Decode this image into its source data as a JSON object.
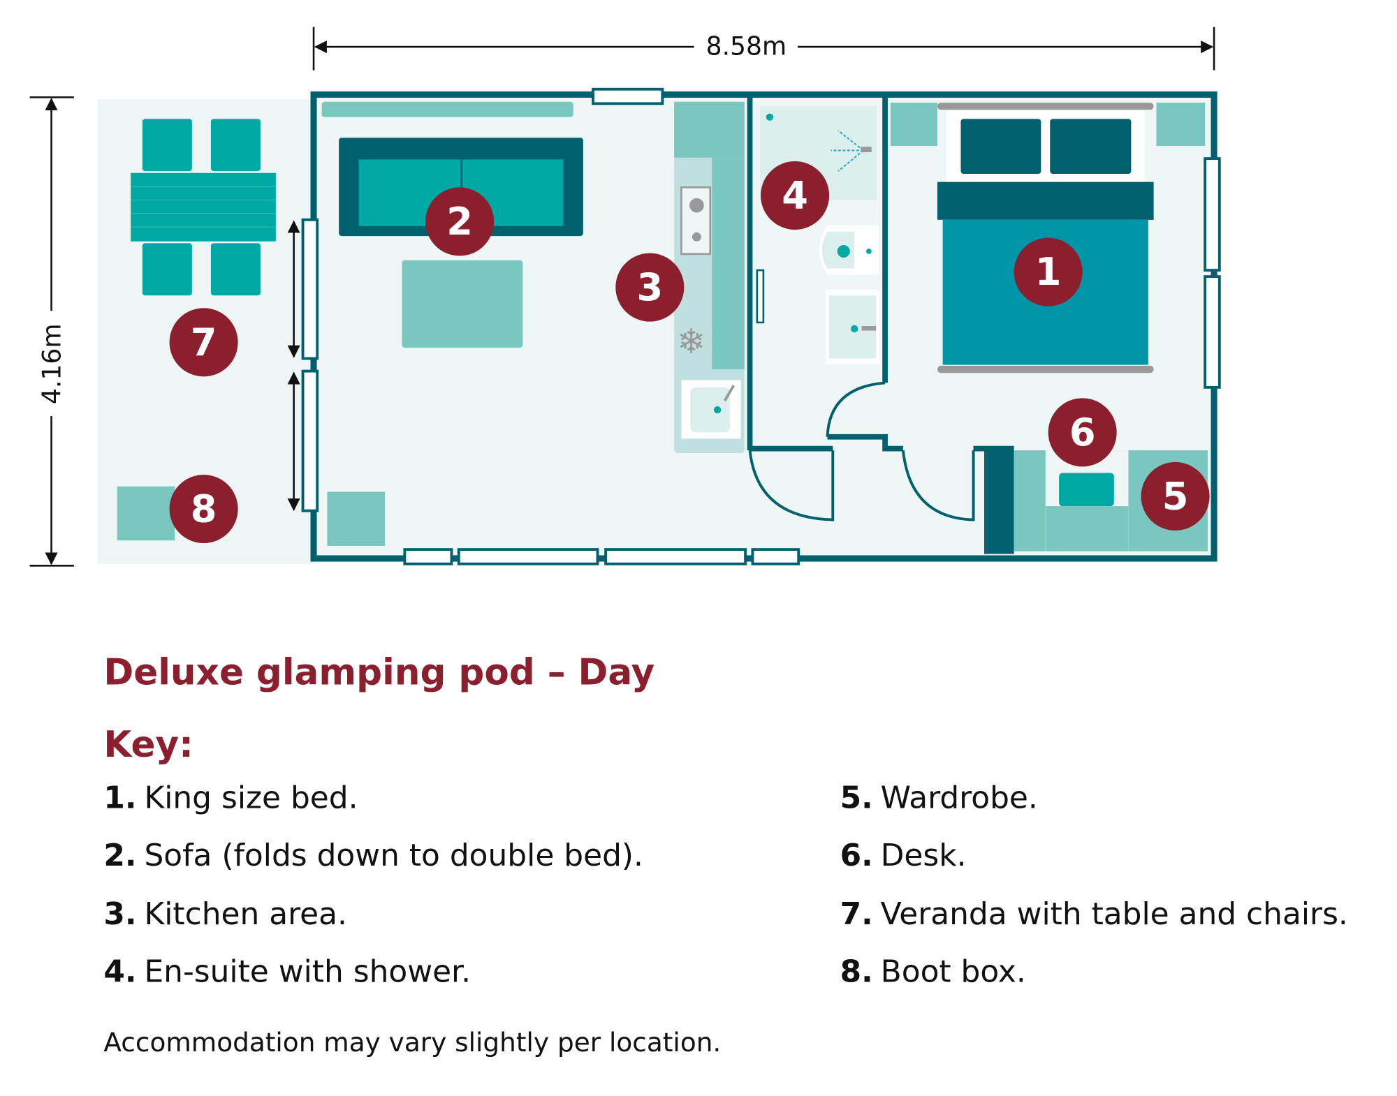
{
  "dimensions": {
    "width": "8.58m",
    "height": "4.16m"
  },
  "markers": [
    "1",
    "2",
    "3",
    "4",
    "5",
    "6",
    "7",
    "8"
  ],
  "title": "Deluxe glamping pod – Day",
  "key_heading": "Key:",
  "key": [
    {
      "num": "1.",
      "label": "King size bed."
    },
    {
      "num": "2.",
      "label": "Sofa (folds down to double bed)."
    },
    {
      "num": "3.",
      "label": "Kitchen area."
    },
    {
      "num": "4.",
      "label": "En-suite with shower."
    },
    {
      "num": "5.",
      "label": "Wardrobe."
    },
    {
      "num": "6.",
      "label": "Desk."
    },
    {
      "num": "7.",
      "label": "Veranda with table and chairs."
    },
    {
      "num": "8.",
      "label": "Boot box."
    }
  ],
  "footnote": "Accommodation may vary slightly per location.",
  "colors": {
    "wall": "#00606e",
    "accent": "#8b1f2e",
    "teal": "#00a8a3",
    "light_teal": "#7ac7c0",
    "bed": "#0095a8",
    "floor": "#eef7f6"
  }
}
